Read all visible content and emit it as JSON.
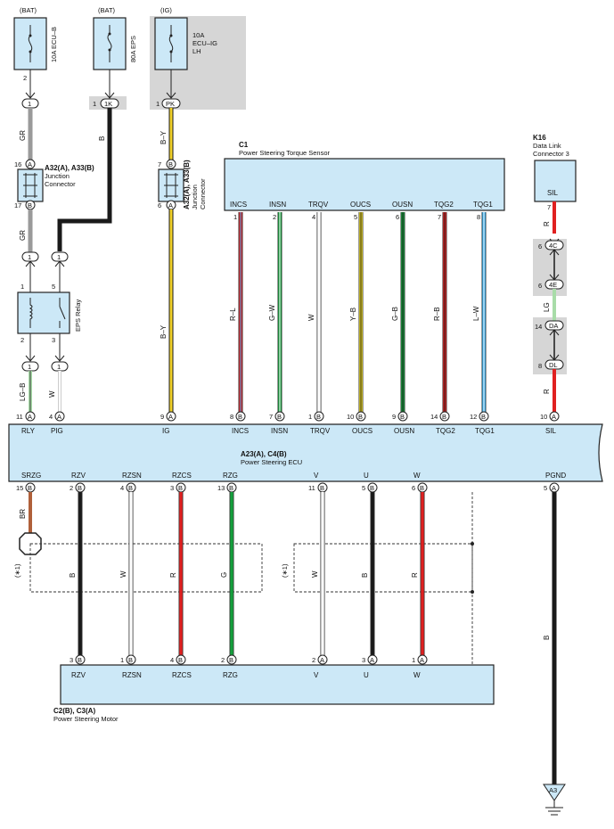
{
  "colors": {
    "box": "#cce8f7",
    "gray_band": "#d6d6d6",
    "GR": "#9a9a9a",
    "B": "#1a1a1a",
    "BY": "#f0d028",
    "R": "#e02020",
    "G": "#14a03c",
    "W": "#ffffff",
    "Y": "#f5e020",
    "L": "#30a8e8",
    "LG": "#a8dca8",
    "BR": "#b0603a"
  },
  "fuses": {
    "ecub": {
      "source": "(BAT)",
      "label": "10A ECU–B",
      "pin": "2"
    },
    "eps": {
      "source": "(BAT)",
      "label": "80A EPS"
    },
    "ecuig": {
      "source": "(IG)",
      "label_l1": "10A",
      "label_l2": "ECU–IG",
      "label_l3": "LH",
      "pin": "1"
    }
  },
  "jc1": {
    "code": "A32(A), A33(B)",
    "line1": "Junction",
    "line2": "Connector",
    "pin_top": "16",
    "pin_top_c": "A",
    "pin_bot": "17",
    "pin_bot_c": "B"
  },
  "jc2": {
    "code": "A32(A), A33(B)",
    "line1": "Junction",
    "line2": "Connector",
    "pin_top": "7",
    "pin_top_c": "B",
    "pin_bot": "6",
    "pin_bot_c": "A"
  },
  "relay": {
    "label": "EPS Relay",
    "p1": "1",
    "p2": "2",
    "p3": "3",
    "p5": "5"
  },
  "sensor": {
    "code": "C1",
    "name": "Power Steering Torque Sensor",
    "pins": [
      {
        "name": "INCS",
        "num": "1",
        "color": "R–L",
        "ecu_pin": "8",
        "ecu_c": "B"
      },
      {
        "name": "INSN",
        "num": "2",
        "color": "G–W",
        "ecu_pin": "7",
        "ecu_c": "B"
      },
      {
        "name": "TRQV",
        "num": "4",
        "color": "W",
        "ecu_pin": "1",
        "ecu_c": "B"
      },
      {
        "name": "OUCS",
        "num": "5",
        "color": "Y–B",
        "ecu_pin": "10",
        "ecu_c": "B"
      },
      {
        "name": "OUSN",
        "num": "6",
        "color": "G–B",
        "ecu_pin": "9",
        "ecu_c": "B"
      },
      {
        "name": "TQG2",
        "num": "7",
        "color": "R–B",
        "ecu_pin": "14",
        "ecu_c": "B"
      },
      {
        "name": "TQG1",
        "num": "8",
        "color": "L–W",
        "ecu_pin": "12",
        "ecu_c": "B"
      }
    ]
  },
  "dlc": {
    "code": "K16",
    "line1": "Data Link",
    "line2": "Connector 3",
    "pin_name": "SIL",
    "pin": "7"
  },
  "ecu": {
    "code": "A23(A), C4(B)",
    "name": "Power Steering ECU",
    "top_pins": [
      {
        "name": "RLY",
        "num": "11",
        "c": "A"
      },
      {
        "name": "PIG",
        "num": "4",
        "c": "A"
      },
      {
        "name": "IG",
        "num": "9",
        "c": "A"
      },
      {
        "name": "INCS",
        "num": "8",
        "c": "B"
      },
      {
        "name": "INSN",
        "num": "7",
        "c": "B"
      },
      {
        "name": "TRQV",
        "num": "1",
        "c": "B"
      },
      {
        "name": "OUCS",
        "num": "10",
        "c": "B"
      },
      {
        "name": "OUSN",
        "num": "9",
        "c": "B"
      },
      {
        "name": "TQG2",
        "num": "14",
        "c": "B"
      },
      {
        "name": "TQG1",
        "num": "12",
        "c": "B"
      },
      {
        "name": "SIL",
        "num": "10",
        "c": "A"
      }
    ],
    "bottom_pins": [
      {
        "name": "SRZG",
        "num": "15",
        "c": "B"
      },
      {
        "name": "RZV",
        "num": "2",
        "c": "B"
      },
      {
        "name": "RZSN",
        "num": "4",
        "c": "B"
      },
      {
        "name": "RZCS",
        "num": "3",
        "c": "B"
      },
      {
        "name": "RZG",
        "num": "13",
        "c": "B"
      },
      {
        "name": "V",
        "num": "11",
        "c": "B"
      },
      {
        "name": "U",
        "num": "5",
        "c": "B"
      },
      {
        "name": "W",
        "num": "6",
        "c": "B"
      },
      {
        "name": "PGND",
        "num": "5",
        "c": "A"
      }
    ]
  },
  "motor": {
    "code": "C2(B), C3(A)",
    "name": "Power Steering Motor",
    "pins": [
      {
        "name": "RZV",
        "num": "3",
        "c": "B"
      },
      {
        "name": "RZSN",
        "num": "1",
        "c": "B"
      },
      {
        "name": "RZCS",
        "num": "4",
        "c": "B"
      },
      {
        "name": "RZG",
        "num": "2",
        "c": "B"
      },
      {
        "name": "V",
        "num": "2",
        "c": "A"
      },
      {
        "name": "U",
        "num": "3",
        "c": "A"
      },
      {
        "name": "W",
        "num": "1",
        "c": "A"
      }
    ]
  },
  "wire_labels": {
    "gr1": "GR",
    "gr2": "GR",
    "b_eps": "B",
    "by_top": "B–Y",
    "by_mid": "B–Y",
    "lgb": "LG–B",
    "w_pig": "W",
    "br": "BR",
    "m_rzv": "B",
    "m_rzsn": "W",
    "m_rzcs": "R",
    "m_rzg": "G",
    "m_v": "W",
    "m_u": "B",
    "m_w": "R",
    "pgnd": "B",
    "sil_r1": "R",
    "sil_lg": "LG",
    "sil_r2": "R",
    "shield1": "(∗1)",
    "shield2": "(∗1)"
  },
  "inline_conn": {
    "c_1k": {
      "pin": "1",
      "id": "1K"
    },
    "c_pk": {
      "pin": "1",
      "id": "PK"
    },
    "c_one": "1",
    "c_4c": {
      "pin": "6",
      "id": "4C"
    },
    "c_4e": {
      "pin": "6",
      "id": "4E"
    },
    "c_da": {
      "pin": "14",
      "id": "DA"
    },
    "c_dl": {
      "pin": "8",
      "id": "DL"
    }
  },
  "ground": {
    "id": "A3"
  }
}
